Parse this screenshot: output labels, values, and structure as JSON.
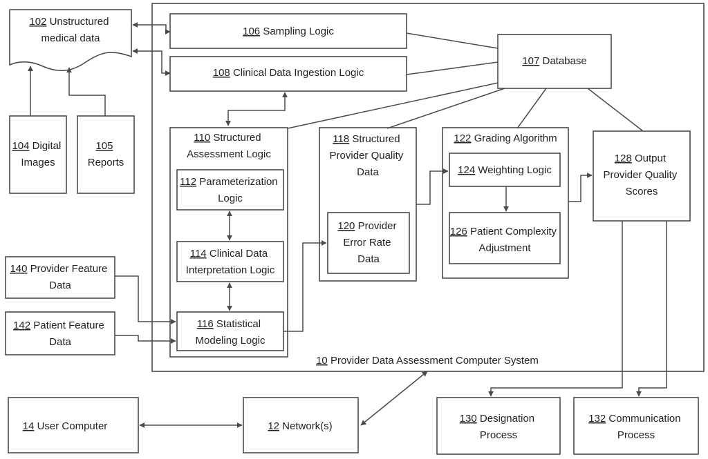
{
  "nodes": {
    "n102": {
      "num": "102",
      "lines": [
        "Unstructured",
        "medical data"
      ]
    },
    "n104": {
      "num": "104",
      "lines": [
        "Digital",
        "Images"
      ]
    },
    "n105": {
      "num": "105",
      "lines": [
        "",
        "Reports"
      ]
    },
    "n106": {
      "num": "106",
      "lines": [
        "Sampling Logic"
      ]
    },
    "n107": {
      "num": "107",
      "lines": [
        "Database"
      ]
    },
    "n108": {
      "num": "108",
      "lines": [
        "Clinical Data Ingestion Logic"
      ]
    },
    "n110": {
      "num": "110",
      "lines": [
        "Structured",
        "Assessment Logic"
      ]
    },
    "n112": {
      "num": "112",
      "lines": [
        "Parameterization",
        "Logic"
      ]
    },
    "n114": {
      "num": "114",
      "lines": [
        "Clinical Data",
        "Interpretation Logic"
      ]
    },
    "n116": {
      "num": "116",
      "lines": [
        "Statistical",
        "Modeling Logic"
      ]
    },
    "n118": {
      "num": "118",
      "lines": [
        "Structured",
        "Provider Quality",
        "Data"
      ]
    },
    "n120": {
      "num": "120",
      "lines": [
        "Provider",
        "Error Rate",
        "Data"
      ]
    },
    "n122": {
      "num": "122",
      "lines": [
        "Grading Algorithm"
      ]
    },
    "n124": {
      "num": "124",
      "lines": [
        "Weighting Logic"
      ]
    },
    "n126": {
      "num": "126",
      "lines": [
        "Patient Complexity",
        "Adjustment"
      ]
    },
    "n128": {
      "num": "128",
      "lines": [
        "Output",
        "Provider Quality",
        "Scores"
      ]
    },
    "n140": {
      "num": "140",
      "lines": [
        "Provider Feature",
        "Data"
      ]
    },
    "n142": {
      "num": "142",
      "lines": [
        "Patient Feature",
        "Data"
      ]
    },
    "n10": {
      "num": "10",
      "lines": [
        "Provider Data Assessment Computer System"
      ]
    },
    "n14": {
      "num": "14",
      "lines": [
        "User Computer"
      ]
    },
    "n12": {
      "num": "12",
      "lines": [
        "Network(s)"
      ]
    },
    "n130": {
      "num": "130",
      "lines": [
        "Designation",
        "Process"
      ]
    },
    "n132": {
      "num": "132",
      "lines": [
        "Communication",
        "Process"
      ]
    }
  }
}
